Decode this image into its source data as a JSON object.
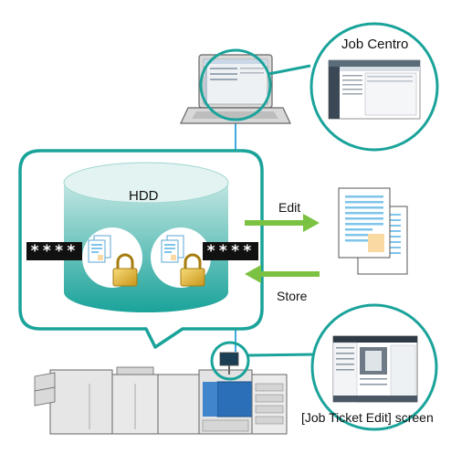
{
  "labels": {
    "job_centro": "Job Centro",
    "hdd": "HDD",
    "edit": "Edit",
    "store": "Store",
    "job_ticket_screen": "[Job Ticket Edit] screen",
    "mask_left": "****",
    "mask_right": "****"
  },
  "colors": {
    "accent_teal": "#1aa39a",
    "link_line": "#3fa9e0",
    "arrow_green": "#7cc242",
    "cylinder_top": "#d7efed",
    "cylinder_body": "#1fa79f",
    "lock_gold": "#e6b422",
    "doc_blue_lines": "#7fc4ea",
    "doc_orange": "#fbd9a3"
  },
  "icons": [
    "laptop-icon",
    "magnifier-icon",
    "database-icon",
    "document-icon",
    "padlock-icon",
    "arrow-right-icon",
    "arrow-left-icon",
    "printer-icon",
    "touch-panel-icon"
  ]
}
